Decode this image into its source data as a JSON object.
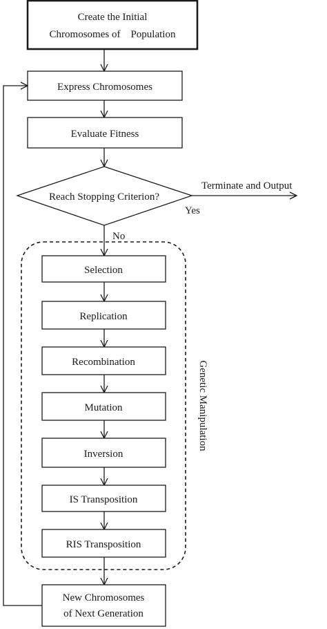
{
  "start": {
    "line1": "Create the Initial",
    "line2": "Chromosomes of    Population"
  },
  "steps": {
    "express": "Express Chromosomes",
    "evaluate": "Evaluate Fitness",
    "decision": "Reach Stopping Criterion?",
    "terminate": "Terminate and Output",
    "yes": "Yes",
    "no": "No"
  },
  "genetic_manipulation": {
    "label": "Genetic Manipulation",
    "operations": [
      "Selection",
      "Replication",
      "Recombination",
      "Mutation",
      "Inversion",
      "IS Transposition",
      "RIS Transposition"
    ]
  },
  "end": {
    "line1": "New Chromosomes",
    "line2": "of Next Generation"
  }
}
